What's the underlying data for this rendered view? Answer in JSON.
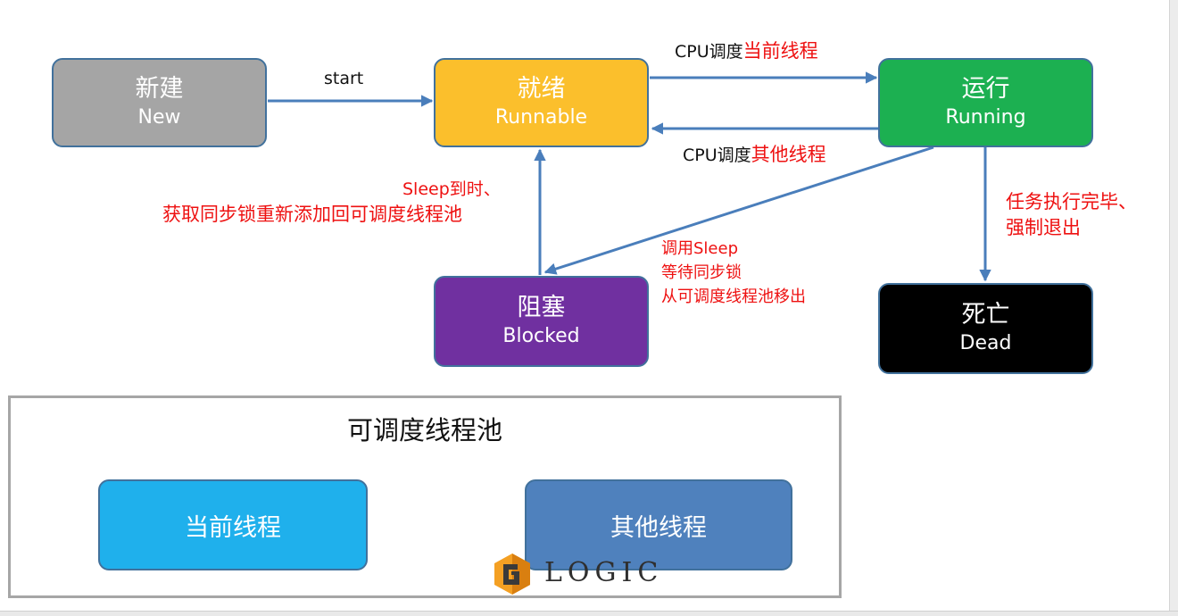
{
  "colors": {
    "new": "#a5a5a5",
    "runnable": "#fbbf2c",
    "running": "#1cb051",
    "blocked": "#7030a0",
    "dead": "#000000",
    "current_thread": "#1fb0ec",
    "other_thread": "#4f81bd",
    "arrow": "#4a7ebb",
    "red_text": "#ee1111"
  },
  "states": {
    "new": {
      "zh": "新建",
      "en": "New"
    },
    "runnable": {
      "zh": "就绪",
      "en": "Runnable"
    },
    "running": {
      "zh": "运行",
      "en": "Running"
    },
    "blocked": {
      "zh": "阻塞",
      "en": "Blocked"
    },
    "dead": {
      "zh": "死亡",
      "en": "Dead"
    }
  },
  "transitions": {
    "start": "start",
    "to_running_prefix": "CPU调度",
    "to_running_red": "当前线程",
    "to_runnable_prefix": "CPU调度",
    "to_runnable_red": "其他线程",
    "blocked_to_runnable": [
      "Sleep到时、",
      "获取同步锁重新添加回可调度线程池"
    ],
    "running_to_blocked": [
      "调用Sleep",
      "等待同步锁",
      "从可调度线程池移出"
    ],
    "running_to_dead": [
      "任务执行完毕、",
      "强制退出"
    ]
  },
  "pool": {
    "title": "可调度线程池",
    "current": "当前线程",
    "other": "其他线程"
  },
  "logo": {
    "text": "LOGIC",
    "icon": "logic-logo-icon"
  }
}
